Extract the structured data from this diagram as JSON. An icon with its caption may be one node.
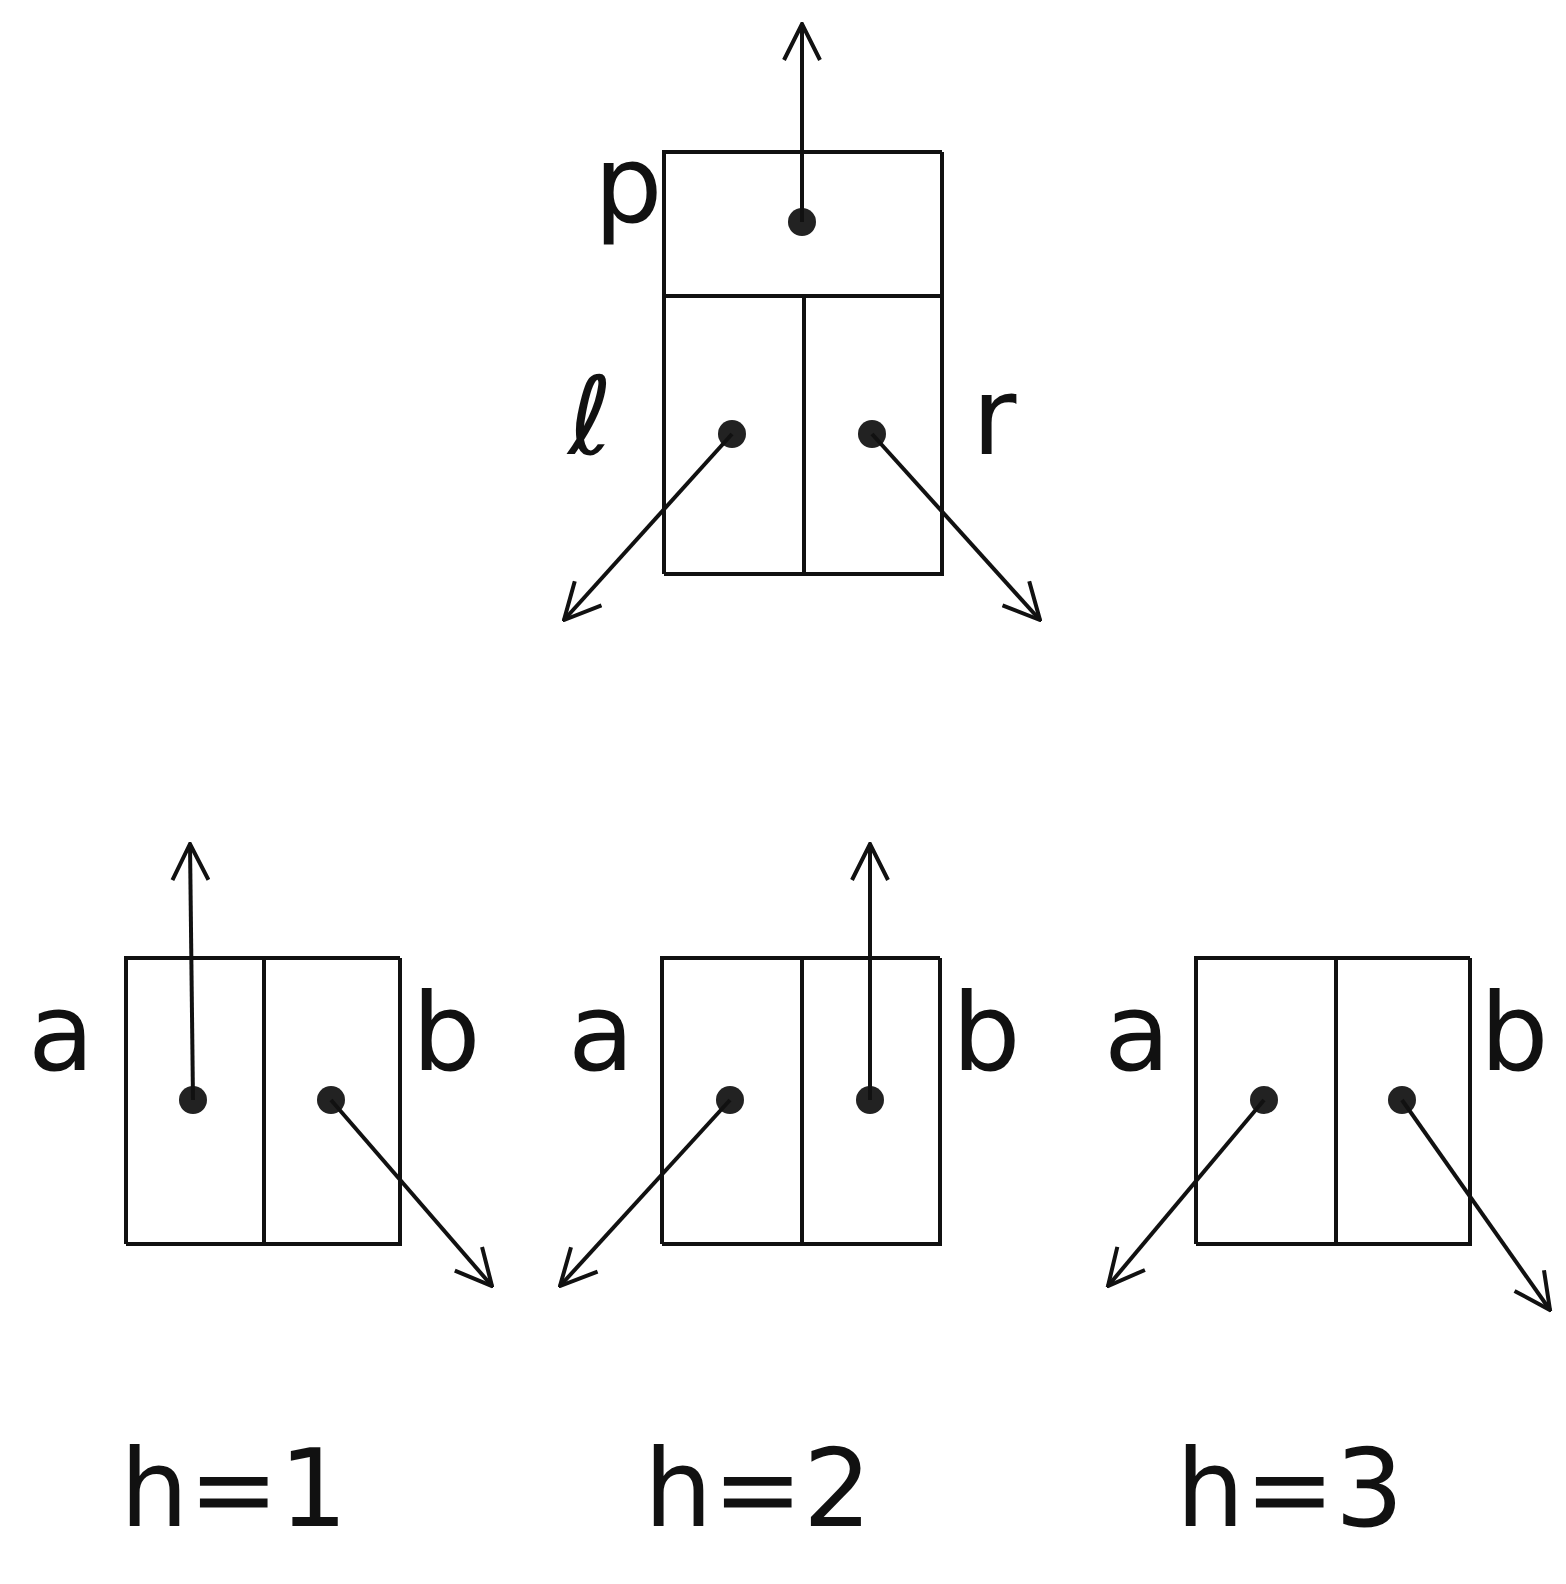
{
  "diagram": {
    "nodes": [
      {
        "text": [],
        "shape": "box"
      },
      {
        "text": [],
        "shape": "box",
        "beside": [
          "p"
        ],
        "in": 0
      },
      {
        "text": [],
        "shape": "box",
        "beside": [
          "ℓ"
        ],
        "in": 0
      },
      {
        "text": [],
        "shape": "box",
        "beside": [
          "r"
        ],
        "in": 0
      },
      {
        "text": [],
        "shape": "box",
        "beside": [
          "h=1"
        ]
      },
      {
        "text": [],
        "shape": "box",
        "beside": [
          "a"
        ],
        "in": 4
      },
      {
        "text": [],
        "shape": "box",
        "beside": [
          "b"
        ],
        "in": 4
      },
      {
        "text": [],
        "shape": "box",
        "beside": [
          "h=2"
        ]
      },
      {
        "text": [],
        "shape": "box",
        "beside": [
          "a"
        ],
        "in": 7
      },
      {
        "text": [],
        "shape": "box",
        "beside": [
          "b"
        ],
        "in": 7
      },
      {
        "text": [],
        "shape": "box",
        "beside": [
          "h=3"
        ]
      },
      {
        "text": [],
        "shape": "box",
        "beside": [
          "a"
        ],
        "in": 10
      },
      {
        "text": [],
        "shape": "box",
        "beside": [
          "b"
        ],
        "in": 10
      }
    ],
    "edges": [
      {
        "from": 1,
        "to": null,
        "arrow": "to"
      },
      {
        "from": 2,
        "to": null,
        "arrow": "to"
      },
      {
        "from": 3,
        "to": null,
        "arrow": "to"
      },
      {
        "from": 5,
        "to": null,
        "arrow": "to"
      },
      {
        "from": 6,
        "to": null,
        "arrow": "to"
      },
      {
        "from": 8,
        "to": null,
        "arrow": "to"
      },
      {
        "from": 9,
        "to": null,
        "arrow": "to"
      },
      {
        "from": 11,
        "to": null,
        "arrow": "to"
      },
      {
        "from": 12,
        "to": null,
        "arrow": "to"
      }
    ]
  }
}
